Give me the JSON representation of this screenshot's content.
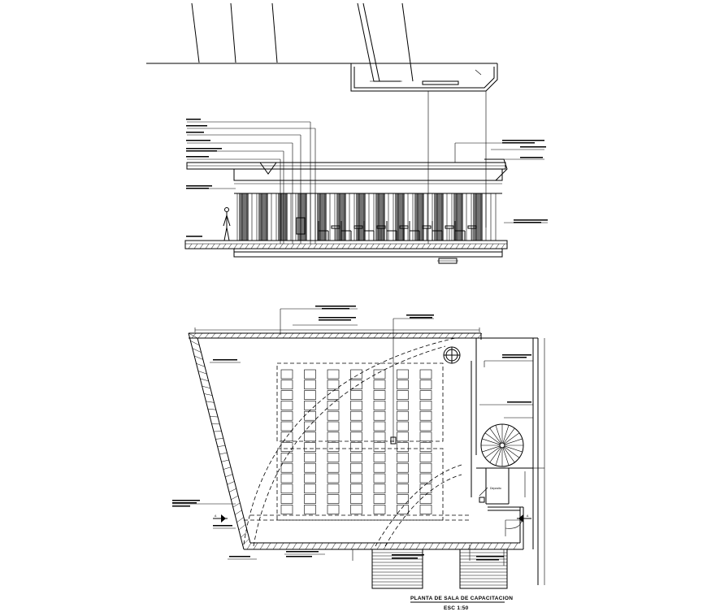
{
  "plan_title": "PLANTA DE SALA DE CAPACITACION",
  "plan_scale": "ESC 1:50",
  "room_label": "Deposito",
  "section_marker": "A",
  "colors": {
    "line": "#000000",
    "background": "#ffffff"
  }
}
